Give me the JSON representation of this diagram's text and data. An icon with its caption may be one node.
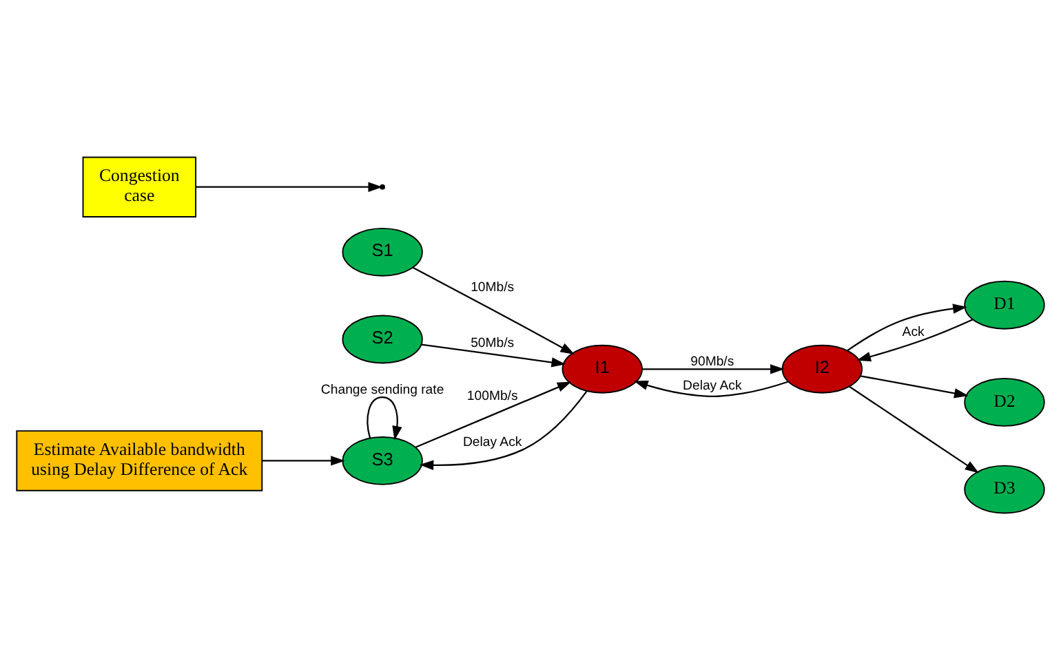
{
  "diagram": {
    "nodes": [
      {
        "text": [
          "S1"
        ]
      },
      {
        "text": [
          "S2"
        ]
      },
      {
        "text": [
          "S3"
        ]
      },
      {
        "text": [
          "I1"
        ]
      },
      {
        "text": [
          "I2"
        ]
      },
      {
        "text": [
          "D1"
        ]
      },
      {
        "text": [
          "D2"
        ]
      },
      {
        "text": [
          "D3"
        ]
      },
      {
        "text": [
          "Congestion case"
        ]
      },
      {
        "text": [
          "Estimate Available bandwidth using Delay Difference of Ack"
        ]
      }
    ],
    "edges": [
      {
        "from": 0,
        "to": 3,
        "arrow": "to",
        "label": "10Mb/s"
      },
      {
        "from": 1,
        "to": 3,
        "arrow": "to",
        "label": "50Mb/s"
      },
      {
        "from": 2,
        "to": 3,
        "arrow": "to",
        "label": "100Mb/s"
      },
      {
        "from": 3,
        "to": 2,
        "arrow": "to",
        "label": "Delay Ack"
      },
      {
        "from": 2,
        "to": 2,
        "arrow": "to",
        "label": "Change sending rate"
      },
      {
        "from": 3,
        "to": 4,
        "arrow": "to",
        "label": "90Mb/s"
      },
      {
        "from": 4,
        "to": 3,
        "arrow": "to",
        "label": "Delay Ack"
      },
      {
        "from": 4,
        "to": 5,
        "arrow": "to"
      },
      {
        "from": 4,
        "to": 6,
        "arrow": "to"
      },
      {
        "from": 4,
        "to": 7,
        "arrow": "to"
      },
      {
        "from": 5,
        "to": 4,
        "arrow": "to",
        "label": "Ack"
      },
      {
        "from": 8,
        "to": null,
        "arrow": "to"
      },
      {
        "from": 9,
        "to": 2,
        "arrow": "to"
      }
    ]
  }
}
